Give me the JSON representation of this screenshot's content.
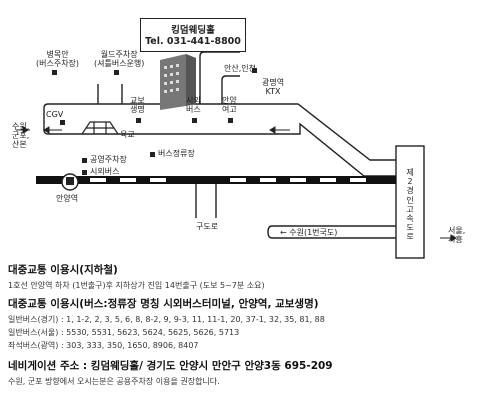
{
  "map": {
    "callout": {
      "name": "킹덤웨딩홀",
      "tel": "Tel. 031-441-8800"
    },
    "labels": {
      "byeongmokan": "병목안\n(버스주차장)",
      "worldparking": "월드주차장\n(셔틀버스운행)",
      "ansan": "안산,인천",
      "gwangmyeong": "광명역\nKTX",
      "cgv": "CGV",
      "suwon_west": "수원,\n군포,\n산본",
      "gyobo": "교보\n생명",
      "siwoe": "시외\n버스",
      "anyang_girls": "안양\n여고",
      "yukgyo": "육교",
      "public_parking": "공영주차장",
      "intercity_bus": "시외버스",
      "bus_stop": "버스정류장",
      "anyang_station": "안양역",
      "gudoro": "구도로",
      "suwon_national": "← 수원(1번국도)",
      "expressway": "제2경인고속도로",
      "seoul": "서울,\n시흥"
    }
  },
  "info": {
    "subway_title": "대중교통 이용시(지하철)",
    "subway_text": "1호선 안양역 하차 (1번출구)후 지하상가 진입 14번출구 (도보 5~7분 소요)",
    "bus_title": "대중교통 이용시(버스:정류장 명칭 시외버스터미널, 안양역, 교보생명)",
    "bus_lines": [
      "일반버스(경기) : 1, 1-2, 2, 3, 5, 6, 8, 8-2, 9, 9-3, 11, 11-1, 20, 37-1, 32, 35, 81, 88",
      "일반버스(서울) : 5530, 5531, 5623, 5624, 5625, 5626, 5713",
      "좌석버스(광역) : 303, 333, 350, 1650, 8906, 8407"
    ],
    "nav_title": "네비게이션 주소 : 킹덤웨딩홀/ 경기도 안양시 만안구 안양3동 695-209",
    "nav_text": "수원, 군포 방향에서 오시는분은 공용주차장 이용을 권장합니다."
  },
  "colors": {
    "road_fill": "#ffffff",
    "road_stroke": "#222222",
    "rail": "#111111",
    "ink": "#222222"
  }
}
